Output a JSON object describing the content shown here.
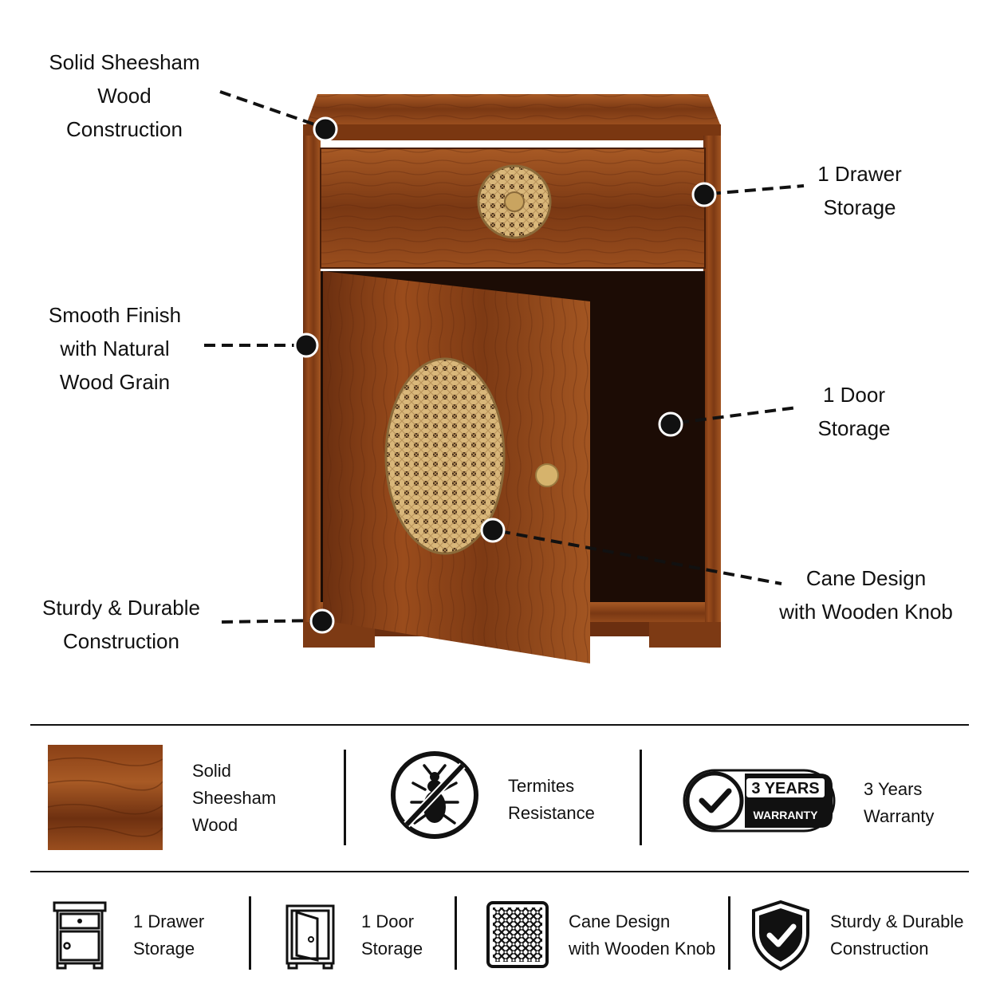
{
  "colors": {
    "wood_dark": "#5e2a0d",
    "wood_mid": "#8a4318",
    "wood_light": "#a85a25",
    "cane": "#d9b77a",
    "ink": "#111111",
    "interior": "#1c0c05"
  },
  "callouts": {
    "wood": [
      "Solid Sheesham",
      "Wood",
      "Construction"
    ],
    "drawer": [
      "1 Drawer",
      "Storage"
    ],
    "finish": [
      "Smooth Finish",
      "with Natural",
      "Wood Grain"
    ],
    "door": [
      "1 Door",
      "Storage"
    ],
    "cane": [
      "Cane Design",
      "with Wooden Knob"
    ],
    "sturdy": [
      "Sturdy & Durable",
      "Construction"
    ]
  },
  "features_top": [
    {
      "icon": "wood-swatch",
      "lines": [
        "Solid",
        "Sheesham",
        "Wood"
      ]
    },
    {
      "icon": "no-termite-icon",
      "lines": [
        "Termites",
        "Resistance"
      ]
    },
    {
      "icon": "warranty-badge-icon",
      "lines": [
        "3 Years",
        "Warranty"
      ]
    }
  ],
  "warranty_badge": {
    "years": "3 YEARS",
    "word": "WARRANTY"
  },
  "features_bottom": [
    {
      "icon": "drawer-cabinet-icon",
      "lines": [
        "1 Drawer",
        "Storage"
      ]
    },
    {
      "icon": "door-cabinet-icon",
      "lines": [
        "1 Door",
        "Storage"
      ]
    },
    {
      "icon": "cane-pattern-icon",
      "lines": [
        "Cane Design",
        "with Wooden Knob"
      ]
    },
    {
      "icon": "shield-check-icon",
      "lines": [
        "Sturdy & Durable",
        "Construction"
      ]
    }
  ]
}
